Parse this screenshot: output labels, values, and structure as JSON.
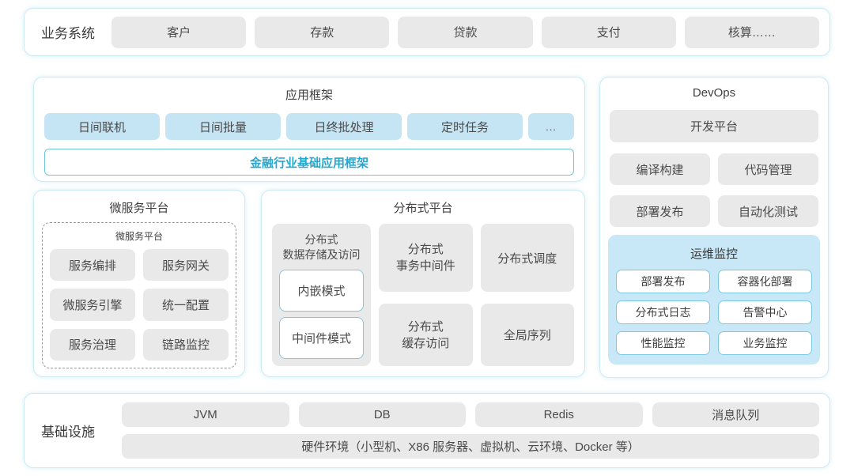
{
  "business": {
    "label": "业务系统",
    "items": [
      "客户",
      "存款",
      "贷款",
      "支付",
      "核算……"
    ]
  },
  "app_framework": {
    "title": "应用框架",
    "items": [
      "日间联机",
      "日间批量",
      "日终批处理",
      "定时任务",
      "..."
    ],
    "base_bar": "金融行业基础应用框架"
  },
  "microservice": {
    "title": "微服务平台",
    "inner_title": "微服务平台",
    "items": [
      "服务编排",
      "服务网关",
      "微服务引擎",
      "统一配置",
      "服务治理",
      "链路监控"
    ]
  },
  "distributed": {
    "title": "分布式平台",
    "storage_label": "分布式\n数据存储及访问",
    "storage_modes": [
      "内嵌模式",
      "中间件模式"
    ],
    "transaction": "分布式\n事务中间件",
    "scheduling": "分布式调度",
    "cache": "分布式\n缓存访问",
    "sequence": "全局序列"
  },
  "devops": {
    "title": "DevOps",
    "dev_platform": "开发平台",
    "tools": [
      "编译构建",
      "代码管理",
      "部署发布",
      "自动化测试"
    ],
    "ops_monitor": {
      "title": "运维监控",
      "items": [
        "部署发布",
        "容器化部署",
        "分布式日志",
        "告警中心",
        "性能监控",
        "业务监控"
      ]
    }
  },
  "infrastructure": {
    "label": "基础设施",
    "items": [
      "JVM",
      "DB",
      "Redis",
      "消息队列"
    ],
    "hardware_bar": "硬件环境（小型机、X86 服务器、虚拟机、云环境、Docker 等）"
  },
  "colors": {
    "panel_border": "#cdebf3",
    "gray_box": "#e9e9ea",
    "blue_box": "#c5e4f4",
    "monitor_bg": "#c9e8f7",
    "accent_border": "#6cc5dd",
    "accent_text": "#2aa6cd"
  }
}
